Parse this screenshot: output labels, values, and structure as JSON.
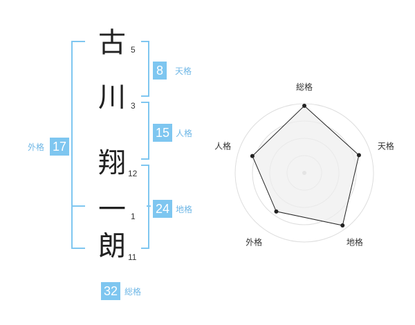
{
  "name": {
    "chars": [
      {
        "char": "古",
        "strokes": "5"
      },
      {
        "char": "川",
        "strokes": "3"
      },
      {
        "char": "翔",
        "strokes": "12"
      },
      {
        "char": "一",
        "strokes": "1"
      },
      {
        "char": "朗",
        "strokes": "11"
      }
    ]
  },
  "fortunes": {
    "tenkaku": {
      "value": "8",
      "label": "天格"
    },
    "jinkaku": {
      "value": "15",
      "label": "人格"
    },
    "chikaku": {
      "value": "24",
      "label": "地格"
    },
    "gaikaku": {
      "value": "17",
      "label": "外格"
    },
    "soukaku": {
      "value": "32",
      "label": "総格"
    }
  },
  "chart_data": {
    "type": "radar",
    "axes": [
      "総格",
      "天格",
      "地格",
      "外格",
      "人格"
    ],
    "values": [
      0.97,
      0.83,
      0.94,
      0.69,
      0.79
    ],
    "range": [
      0,
      1
    ],
    "rings": 4,
    "colors": {
      "fill": "#eeeeee",
      "line": "#222222",
      "ring": "#dddddd",
      "center": "#cccccc"
    }
  }
}
